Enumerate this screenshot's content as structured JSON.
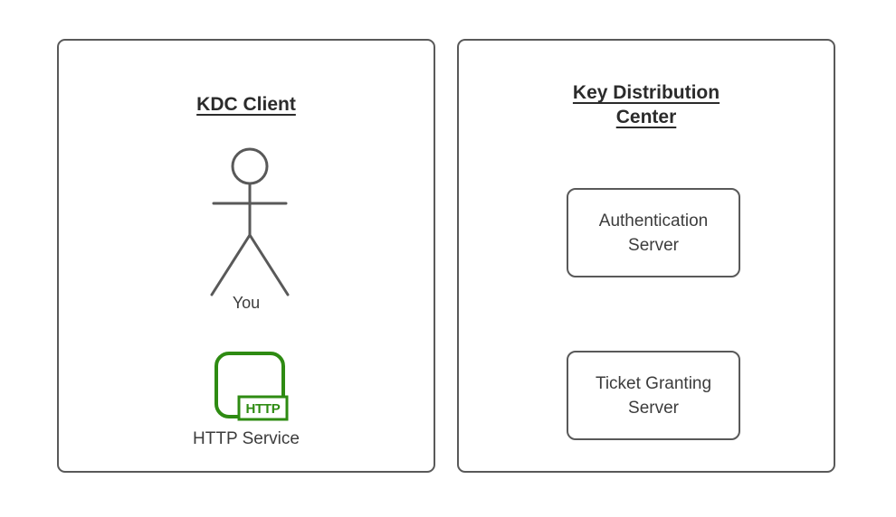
{
  "colors": {
    "background": "#ffffff",
    "panel_border": "#595959",
    "shape_stroke": "#595959",
    "title_text": "#2b2b2b",
    "label_text": "#3c3c3c",
    "accent_green": "#2e8b12"
  },
  "left_panel": {
    "title": "KDC Client",
    "actor_icon": "person-icon",
    "actor_label": "You",
    "http_icon": "http-service-icon",
    "http_badge": "HTTP",
    "service_label": "HTTP Service"
  },
  "right_panel": {
    "title": "Key Distribution Center",
    "nodes": [
      {
        "label": "Authentication Server"
      },
      {
        "label": "Ticket Granting Server"
      }
    ]
  }
}
